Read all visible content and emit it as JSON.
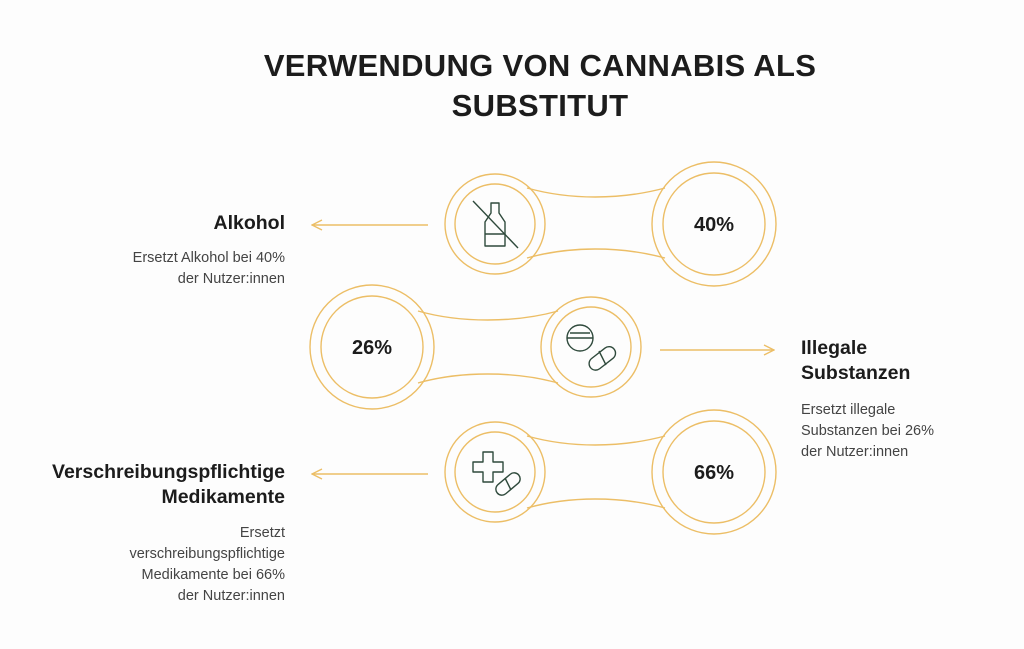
{
  "title": {
    "line1": "VERWENDUNG VON CANNABIS ALS",
    "line2": "SUBSTITUT"
  },
  "colors": {
    "accent": "#ecbe66",
    "icon": "#2f4a3c",
    "text": "#1c1c1c"
  },
  "items": [
    {
      "heading": "Alkohol",
      "desc": [
        "Ersetzt Alkohol bei 40%",
        "der Nutzer:innen"
      ],
      "value": "40%",
      "icon": "no-alcohol-bottle-icon"
    },
    {
      "heading_lines": [
        "Illegale",
        "Substanzen"
      ],
      "desc": [
        "Ersetzt illegale",
        "Substanzen bei 26%",
        "der Nutzer:innen"
      ],
      "value": "26%",
      "icon": "pills-icon"
    },
    {
      "heading_lines": [
        "Verschreibungspflichtige",
        "Medikamente"
      ],
      "desc": [
        "Ersetzt",
        "verschreibungspflichtige",
        "Medikamente bei 66%",
        "der Nutzer:innen"
      ],
      "value": "66%",
      "icon": "medical-cross-capsule-icon"
    }
  ]
}
